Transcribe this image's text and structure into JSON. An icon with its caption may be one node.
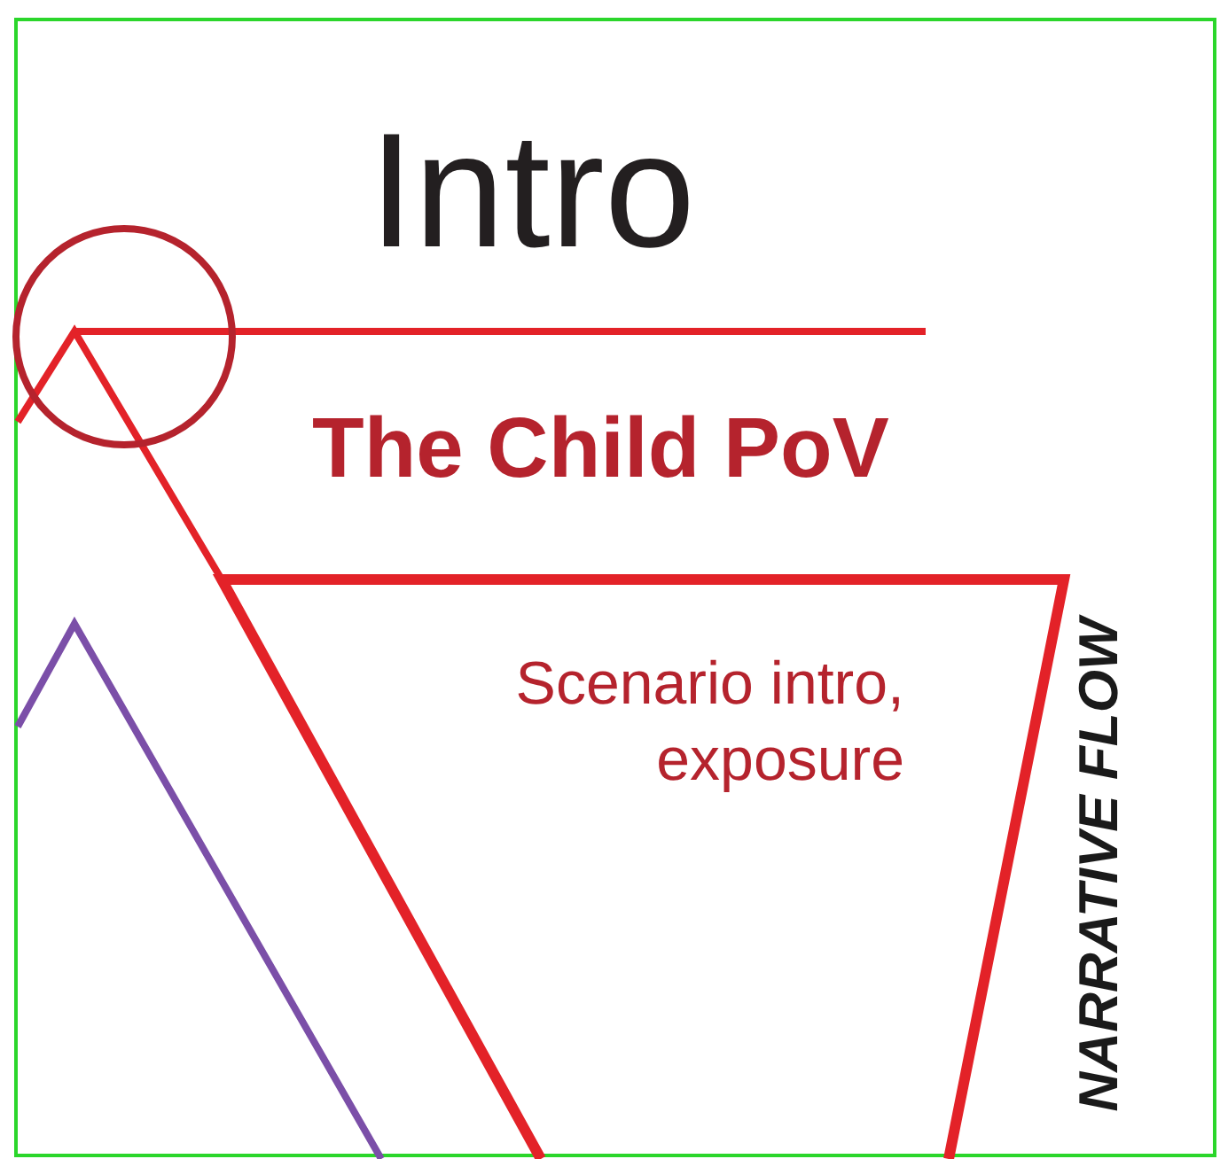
{
  "diagram": {
    "title": "Intro",
    "nodes": [
      {
        "text": [],
        "shape": "circle"
      },
      {
        "text": [
          "Scenario intro, exposure"
        ]
      }
    ],
    "edges": [],
    "labels": [
      "The Child PoV",
      "NARRATIVE FLOW"
    ]
  }
}
